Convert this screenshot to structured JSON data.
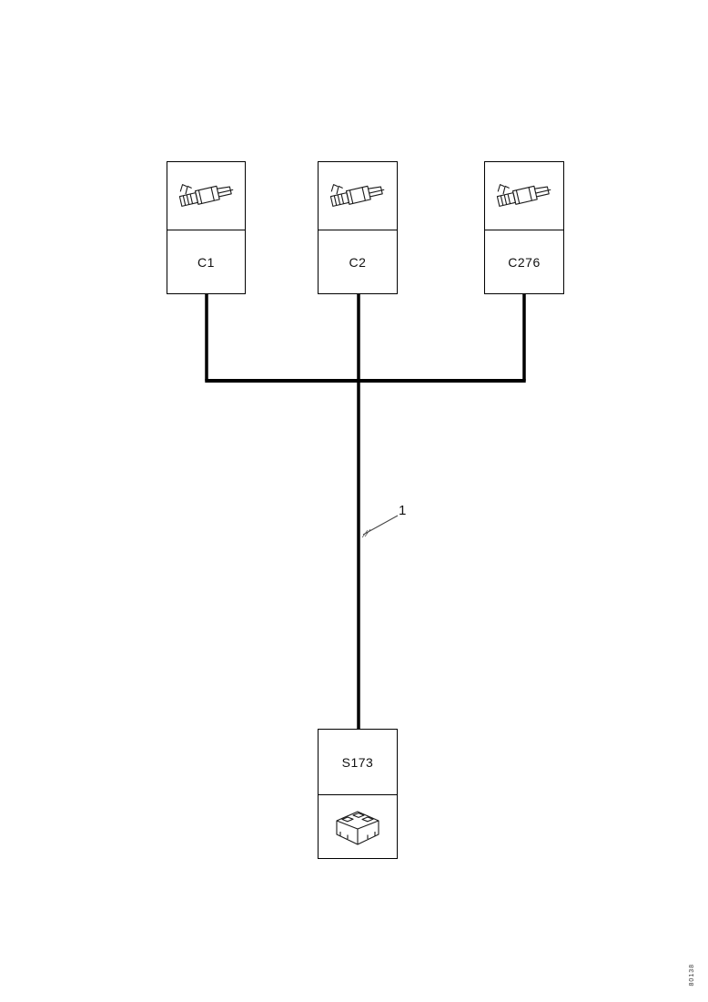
{
  "page": {
    "footer_code": "80138"
  },
  "diagram": {
    "wire_label": "1",
    "connectors": [
      {
        "label": "C1"
      },
      {
        "label": "C2"
      },
      {
        "label": "C276"
      }
    ],
    "splice": {
      "label": "S173"
    }
  }
}
